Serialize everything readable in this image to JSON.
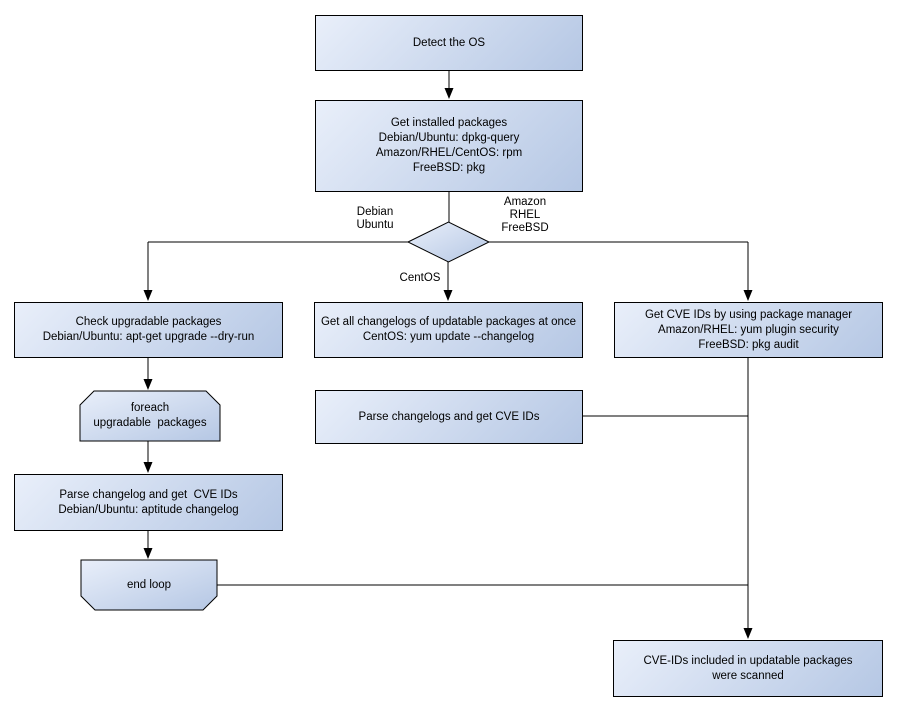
{
  "colors": {
    "background": "#ffffff",
    "node_gradient_start": "#e9effa",
    "node_gradient_end": "#b5c7e4",
    "node_border": "#000000",
    "connector": "#000000",
    "text": "#000000"
  },
  "nodes": {
    "detect_os": {
      "lines": [
        "Detect the OS"
      ]
    },
    "get_installed_packages": {
      "lines": [
        "Get installed packages",
        "Debian/Ubuntu: dpkg-query",
        "Amazon/RHEL/CentOS: rpm",
        "FreeBSD: pkg"
      ]
    },
    "check_upgradable_packages": {
      "lines": [
        "Check upgradable packages",
        "Debian/Ubuntu: apt-get upgrade --dry-run"
      ]
    },
    "foreach_loop": {
      "lines": [
        "foreach",
        "upgradable  packages"
      ]
    },
    "parse_changelog": {
      "lines": [
        "Parse changelog and get  CVE IDs",
        "Debian/Ubuntu: aptitude changelog"
      ]
    },
    "end_loop": {
      "lines": [
        "end loop"
      ]
    },
    "get_all_changelogs": {
      "lines": [
        "Get all changelogs of updatable packages at once",
        "CentOS: yum update --changelog"
      ]
    },
    "parse_changelogs": {
      "lines": [
        "Parse changelogs and get CVE IDs"
      ]
    },
    "get_cve_ids": {
      "lines": [
        "Get CVE IDs by using package manager",
        "Amazon/RHEL: yum plugin security",
        "FreeBSD: pkg audit"
      ]
    },
    "cve_ids_scanned": {
      "lines": [
        "CVE-IDs included in updatable packages",
        "were scanned"
      ]
    }
  },
  "edge_labels": {
    "debian_ubuntu": {
      "lines": [
        "Debian",
        "Ubuntu"
      ]
    },
    "amazon_rhel_freebsd": {
      "lines": [
        "Amazon",
        "RHEL",
        "FreeBSD"
      ]
    },
    "centos": {
      "lines": [
        "CentOS"
      ]
    }
  }
}
